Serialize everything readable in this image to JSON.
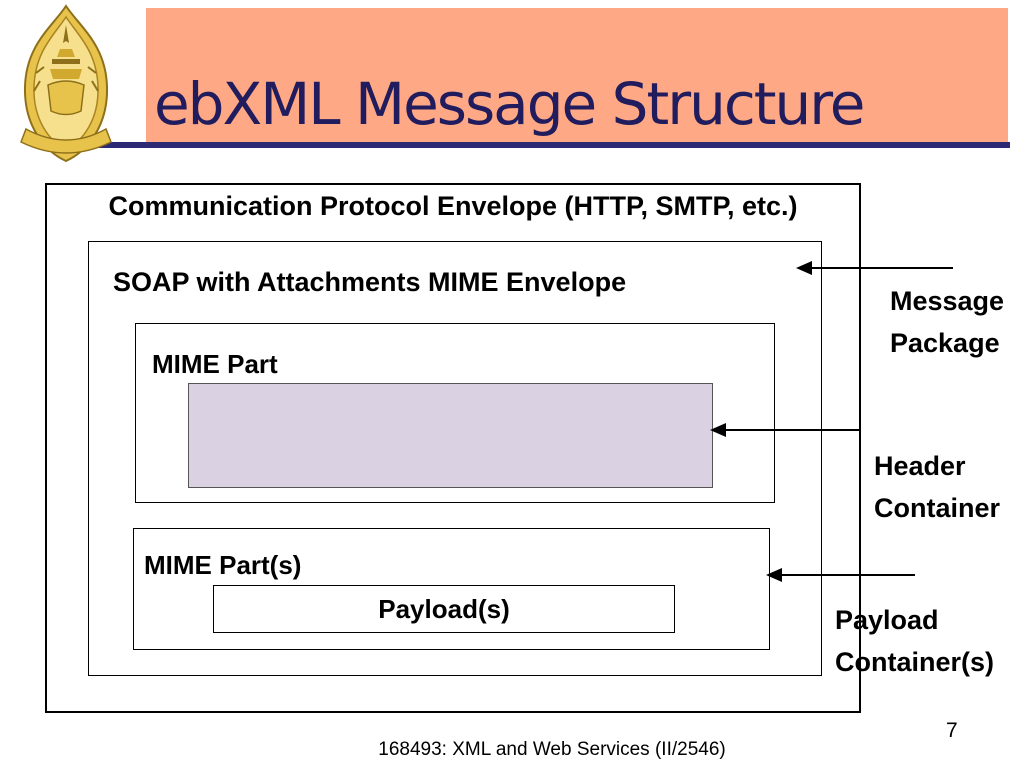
{
  "slide": {
    "title": "ebXML Message Structure",
    "footer": "168493: XML and Web Services (II/2546)",
    "page_number": "7"
  },
  "diagram": {
    "communication_envelope_label": "Communication Protocol Envelope (HTTP, SMTP, etc.)",
    "soap_envelope_label": "SOAP with Attachments MIME Envelope",
    "mime_part_label": "MIME Part",
    "mime_parts_label": "MIME Part(s)",
    "payloads_label": "Payload(s)",
    "annotations": [
      {
        "label": "Message Package",
        "target": "soap-mime-envelope-box"
      },
      {
        "label": "Header Container",
        "target": "header-container-rect"
      },
      {
        "label": "Payload Container(s)",
        "target": "mime-parts-box"
      }
    ]
  },
  "icons": {
    "logo": "university-crest-icon"
  },
  "colors": {
    "banner_background": "#FFA885",
    "title_text": "#201C5E",
    "title_underline": "#2D2A75",
    "header_container_fill": "#DAD2E2",
    "box_border": "#000000",
    "logo_gold": "#E8C34C"
  }
}
